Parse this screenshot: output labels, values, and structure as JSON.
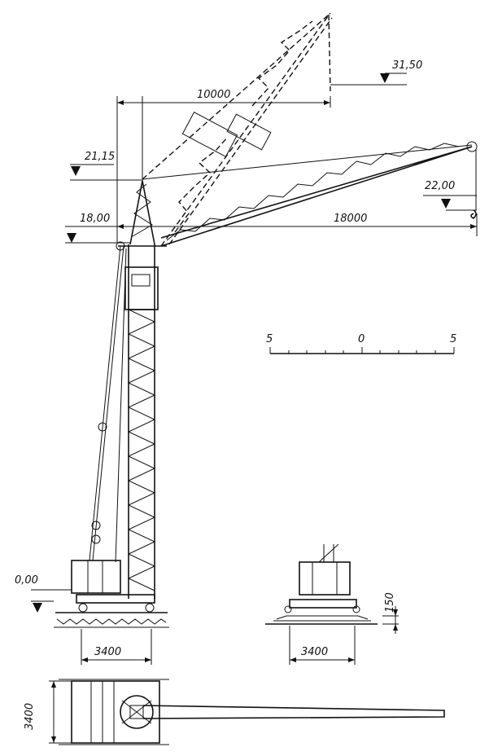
{
  "elevations": {
    "top_hook": "31,50",
    "pivot": "21,15",
    "boom_end": "22,00",
    "jib_root": "18,00",
    "ground": "0,00"
  },
  "dimensions": {
    "raised_reach": "10000",
    "horizontal_reach": "18000",
    "base_width_side": "3400",
    "base_width_front": "3400",
    "base_width_plan": "3400",
    "foundation": "150"
  },
  "scale": {
    "left": "5",
    "mid": "0",
    "right": "5"
  },
  "colors": {
    "ink": "#111111",
    "paper": "#ffffff"
  }
}
